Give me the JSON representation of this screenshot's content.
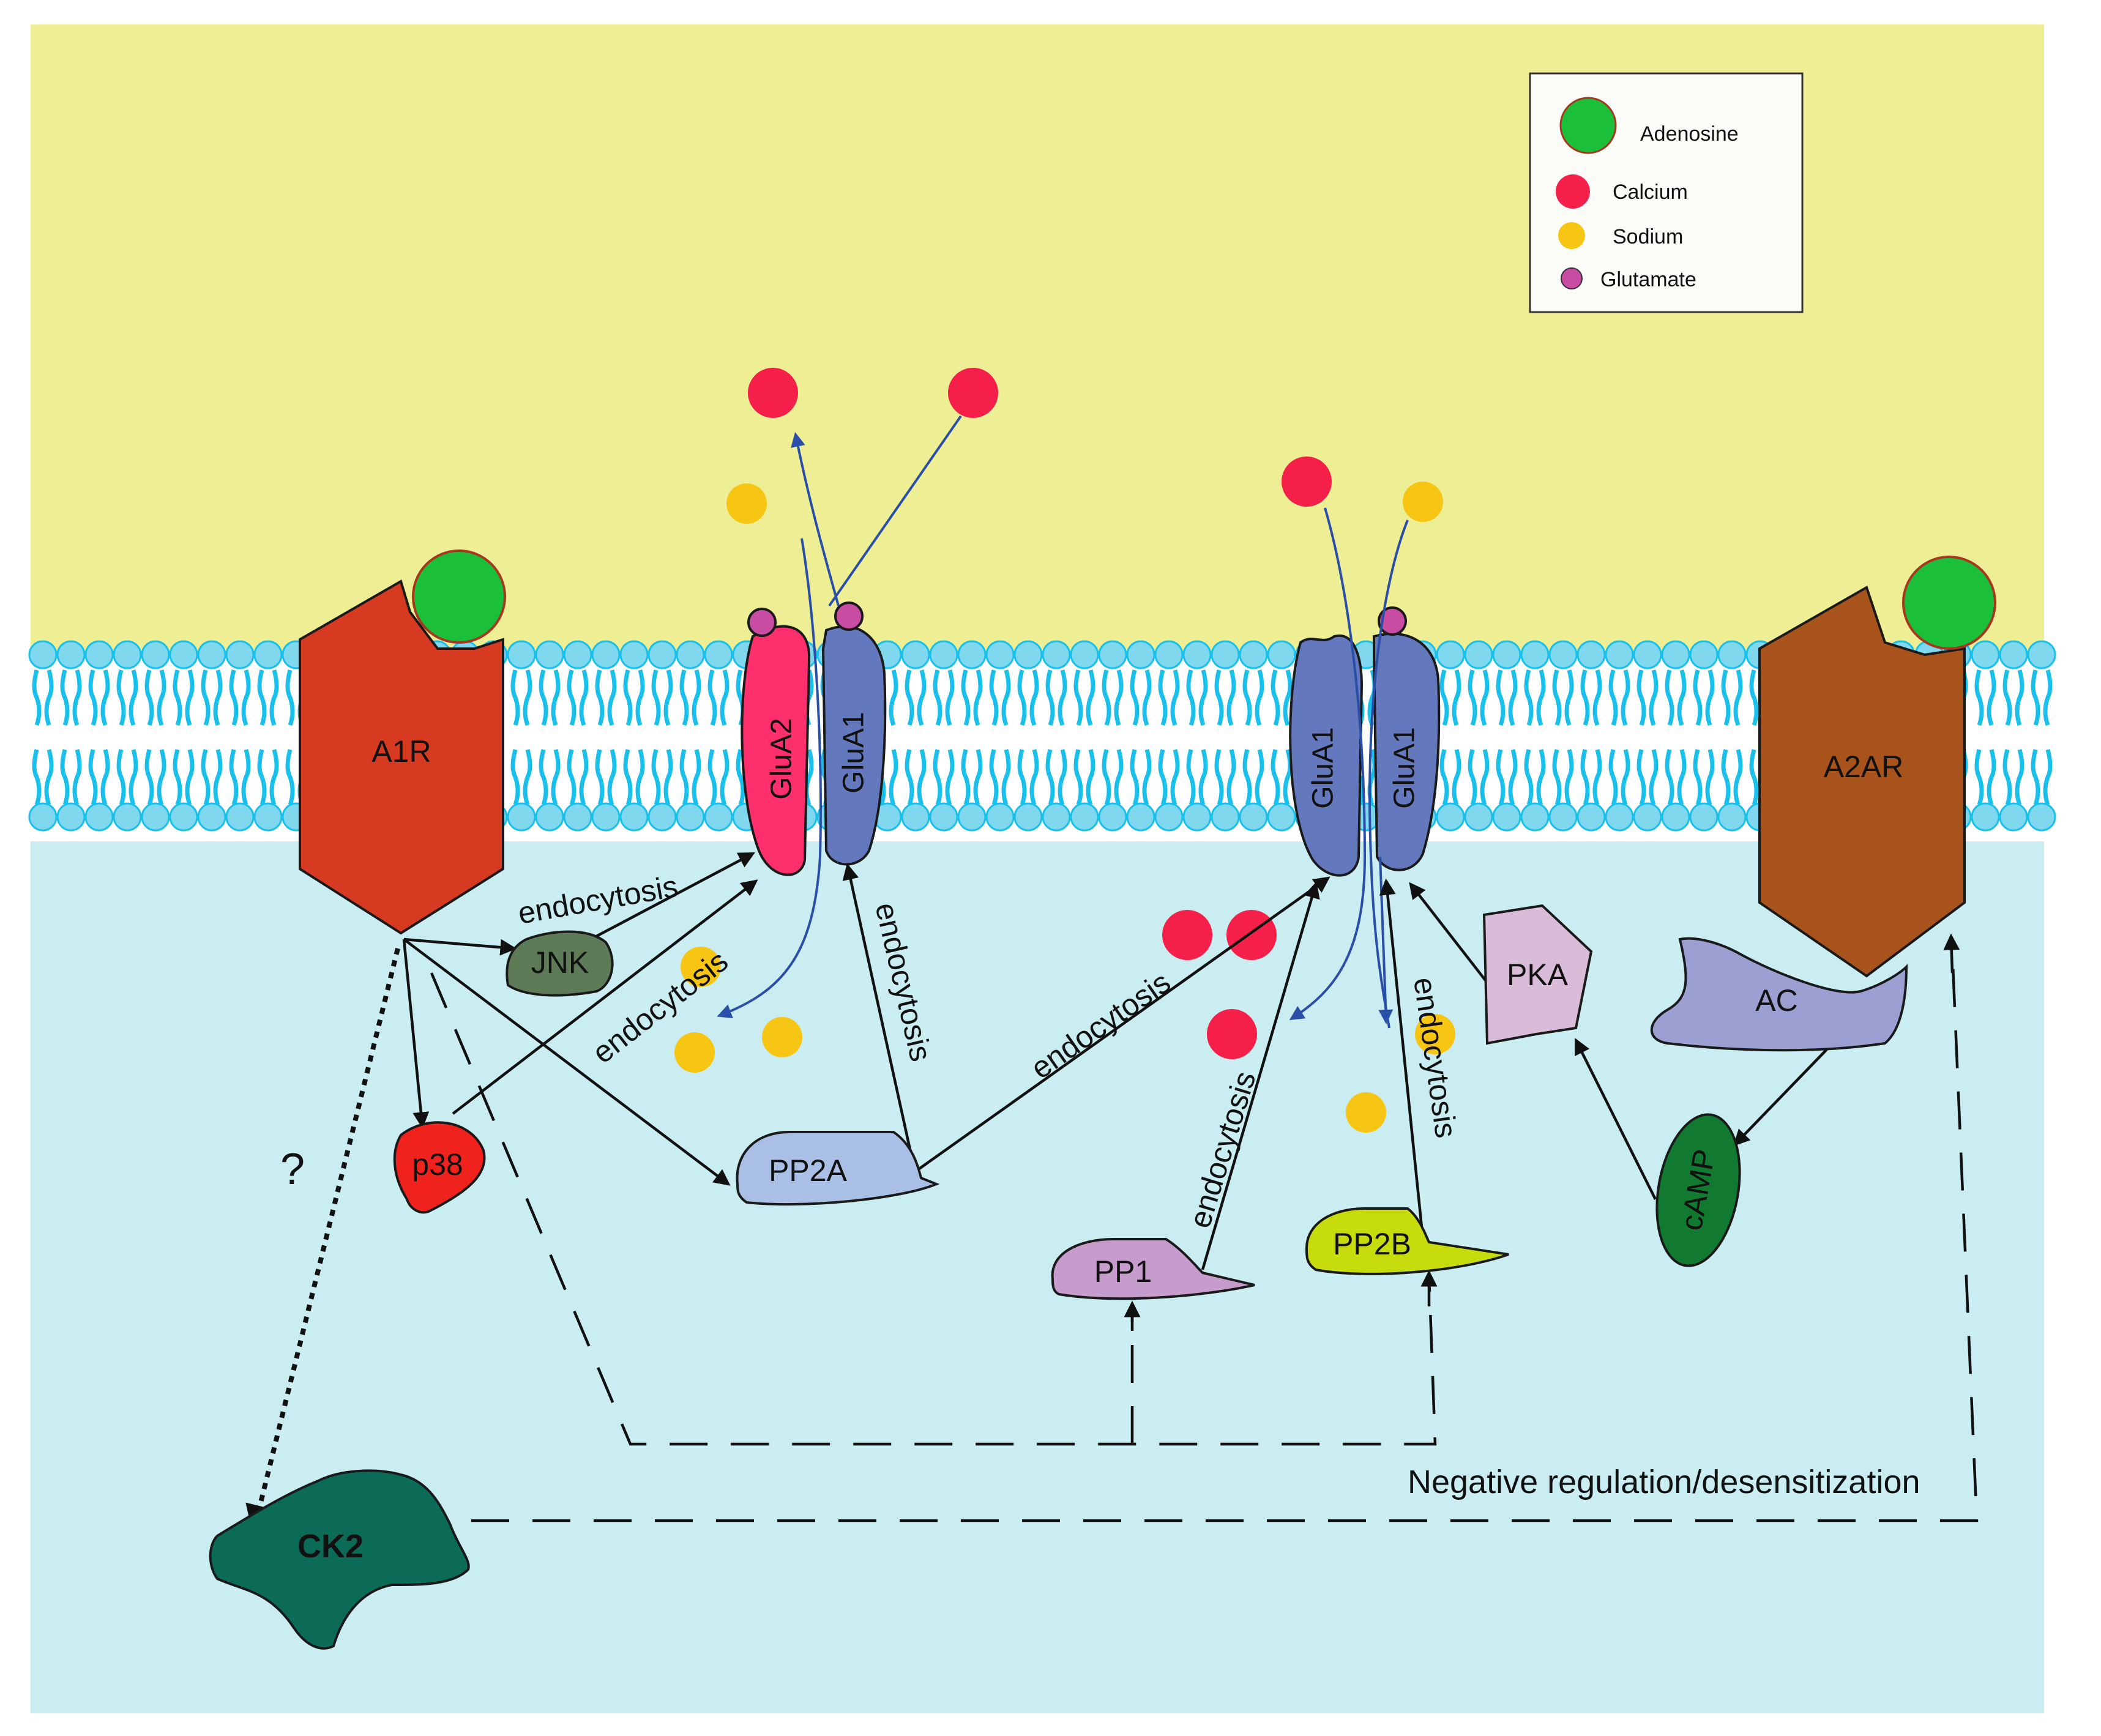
{
  "legend": {
    "items": [
      {
        "label": "Adenosine",
        "color": "#1cbf3a"
      },
      {
        "label": "Calcium",
        "color": "#f5204a"
      },
      {
        "label": "Sodium",
        "color": "#f7c614"
      },
      {
        "label": "Glutamate",
        "color": "#c94ca3"
      }
    ]
  },
  "receptors": {
    "a1r": "A1R",
    "a2ar": "A2AR",
    "glua2": "GluA2",
    "glua1_left": "GluA1",
    "glua1_right_a": "GluA1",
    "glua1_right_b": "GluA1"
  },
  "enzymes": {
    "jnk": "JNK",
    "p38": "p38",
    "pp2a": "PP2A",
    "pp1": "PP1",
    "pp2b": "PP2B",
    "pka": "PKA",
    "ac": "AC",
    "camp": "cAMP",
    "ck2": "CK2"
  },
  "labels": {
    "endocytosis": "endocytosis",
    "question": "?",
    "negative_regulation": "Negative regulation/desensitization"
  },
  "colors": {
    "extracellular": "#eeee94",
    "intracellular": "#caedf1",
    "lipid_head": "#7fd8ee",
    "lipid_tail": "#19c0ec",
    "a1r": "#d63a20",
    "a2ar": "#a9531c",
    "glua2": "#fe2f6d",
    "glua1": "#6478be",
    "jnk": "#5e7b57",
    "p38": "#f0221e",
    "pp2a": "#a9bfe6",
    "pp1": "#c59ccb",
    "pp2b": "#c6dc0d",
    "pka": "#d9bcd8",
    "ac": "#9b9fd1",
    "camp": "#117a30",
    "ck2": "#0c6b57"
  }
}
